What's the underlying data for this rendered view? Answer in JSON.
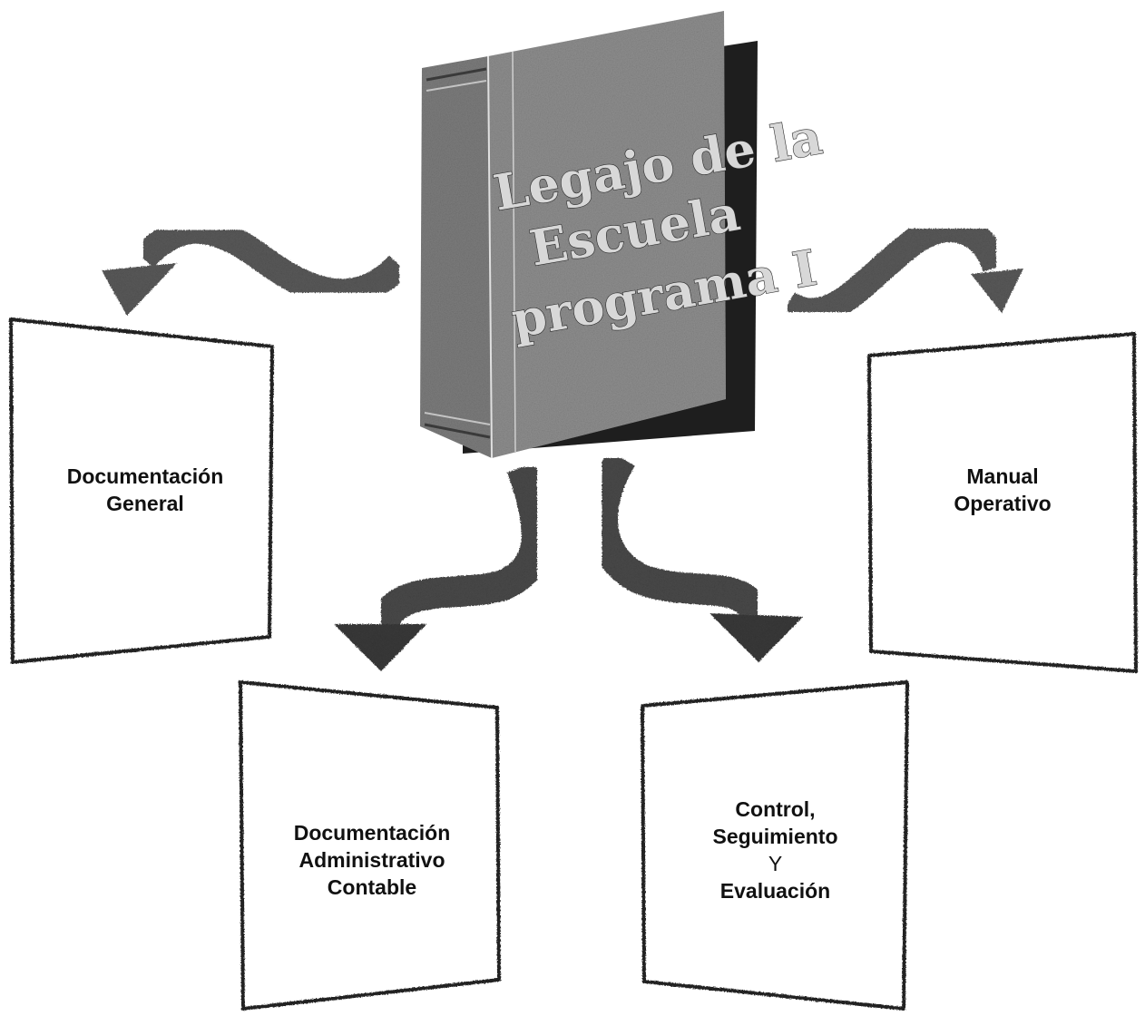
{
  "book": {
    "title_lines": [
      "Legajo de la",
      "Escuela",
      "programa I"
    ]
  },
  "boxes": {
    "general": [
      "Documentación",
      "General"
    ],
    "manual": [
      "Manual",
      "Operativo"
    ],
    "administrativo": [
      "Documentación",
      "Administrativo",
      "Contable"
    ],
    "control": [
      "Control,",
      "Seguimiento",
      "Y",
      "Evaluación"
    ]
  },
  "colors": {
    "ink": "#111111",
    "book_cover": "#8a8a8a",
    "book_back": "#1e1e1e",
    "arrow": "#5a5a5a",
    "background": "#ffffff"
  }
}
